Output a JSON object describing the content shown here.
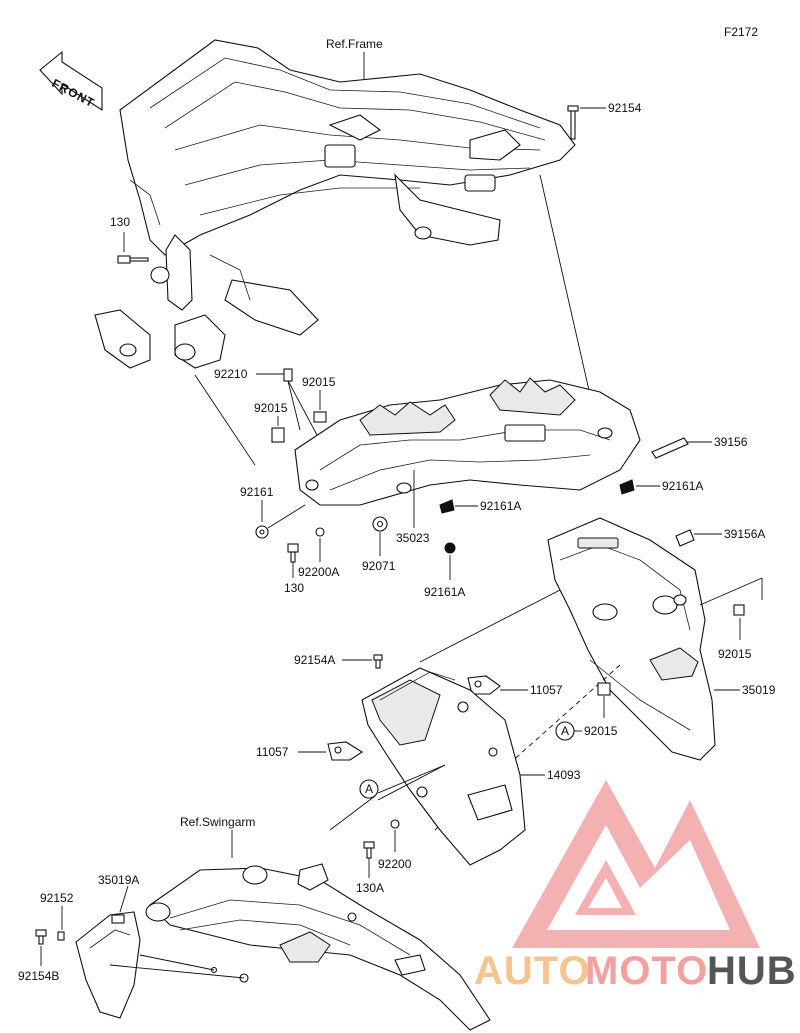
{
  "diagram_code": "F2172",
  "front_label": "FRONT",
  "ref_frame": "Ref.Frame",
  "ref_swingarm": "Ref.Swingarm",
  "callouts": {
    "p92154": "92154",
    "p130_top": "130",
    "p92210": "92210",
    "p92015_a": "92015",
    "p92015_b": "92015",
    "p39156": "39156",
    "p92161A_right": "92161A",
    "p92161": "92161",
    "p92161A_mid": "92161A",
    "p35023": "35023",
    "p39156A": "39156A",
    "p92200A": "92200A",
    "p92071": "92071",
    "p130_mid": "130",
    "p92161A_bot": "92161A",
    "p92015_c": "92015",
    "p92154A": "92154A",
    "p11057_right": "11057",
    "p35019": "35019",
    "p92015_d": "92015",
    "p11057_left": "11057",
    "p14093": "14093",
    "p92200": "92200",
    "p130A": "130A",
    "p35019A": "35019A",
    "p92152": "92152",
    "p92154B": "92154B"
  },
  "ref_marker": "A",
  "watermark": {
    "part1": "AUTO",
    "part2": "MOTO",
    "part3": "HUB",
    "color_light": "#f7c9a0",
    "color_mid": "#f2a6a6",
    "color_dark": "#5a5a5a"
  }
}
